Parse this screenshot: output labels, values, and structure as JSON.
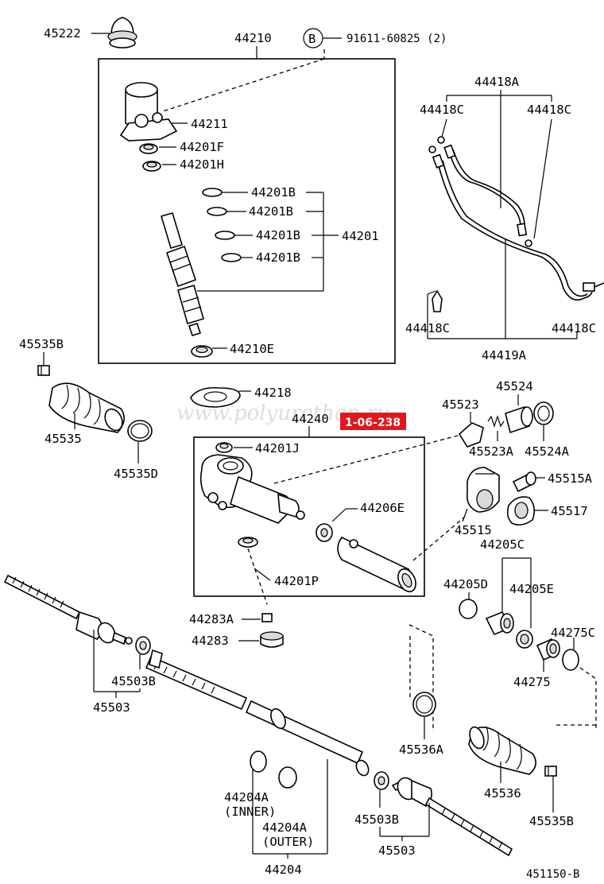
{
  "watermark": "www.polyurethan.ru",
  "ref_tag": "1-06-238",
  "bolt_symbol": "B",
  "figure_id": "451150-B",
  "parts": {
    "p45222": "45222",
    "p44210": "44210",
    "bolt": "91611-60825 (2)",
    "p44211": "44211",
    "p44201F": "44201F",
    "p44201H": "44201H",
    "p44201B_1": "44201B",
    "p44201B_2": "44201B",
    "p44201B_3": "44201B",
    "p44201B_4": "44201B",
    "p44201": "44201",
    "p44210E": "44210E",
    "p44418A": "44418A",
    "p44418C_1": "44418C",
    "p44418C_2": "44418C",
    "p44418C_3": "44418C",
    "p44418C_4": "44418C",
    "p44419A": "44419A",
    "p45535B_1": "45535B",
    "p45535": "45535",
    "p45535D": "45535D",
    "p44218": "44218",
    "p44240": "44240",
    "p44201J": "44201J",
    "p44206E": "44206E",
    "p44201P": "44201P",
    "p45523": "45523",
    "p45524": "45524",
    "p45523A": "45523A",
    "p45524A": "45524A",
    "p45515A": "45515A",
    "p45515": "45515",
    "p45517": "45517",
    "p44205C": "44205C",
    "p44205D": "44205D",
    "p44205E": "44205E",
    "p44275C": "44275C",
    "p44275": "44275",
    "p44283A": "44283A",
    "p44283": "44283",
    "p45503B_1": "45503B",
    "p45503_1": "45503",
    "p45536A": "45536A",
    "p45536": "45536",
    "p45535B_2": "45535B",
    "p44204A_inner": "44204A",
    "inner_note": "(INNER)",
    "p44204A_outer": "44204A",
    "outer_note": "(OUTER)",
    "p44204": "44204",
    "p45503B_2": "45503B",
    "p45503_2": "45503"
  }
}
